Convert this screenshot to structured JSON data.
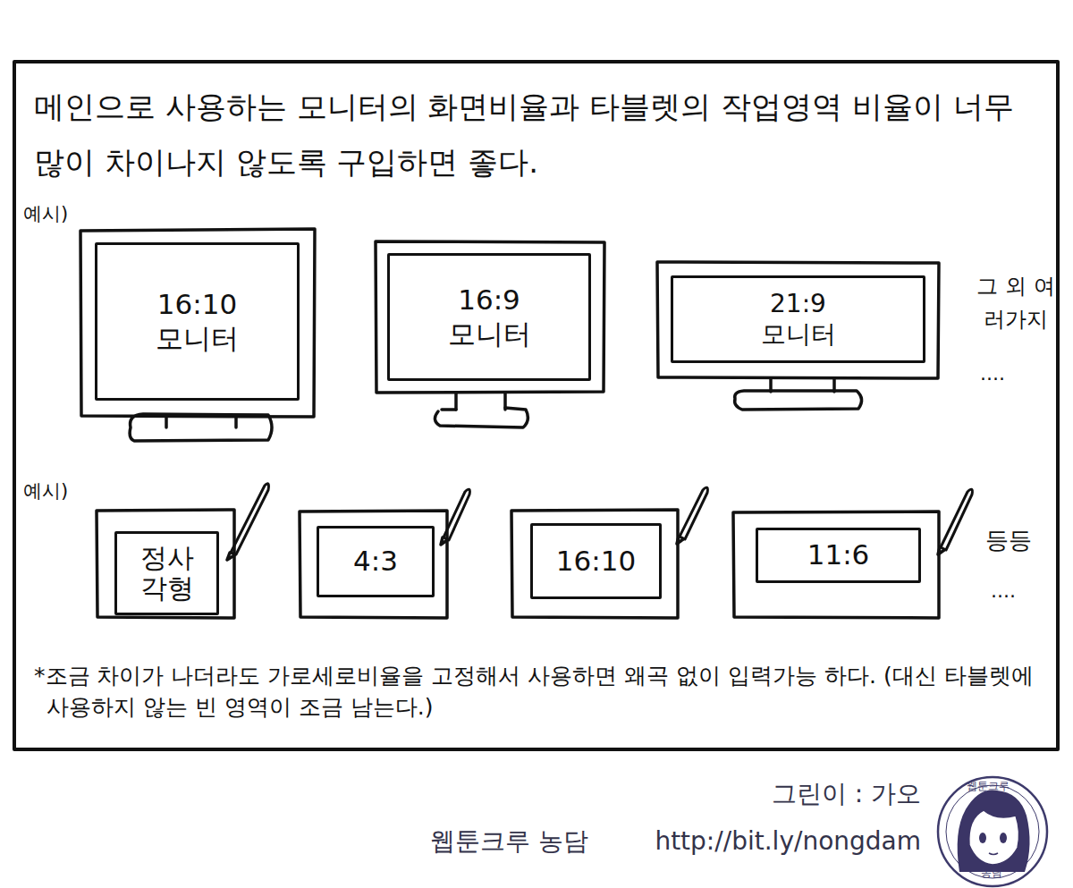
{
  "diagram": {
    "title": "메인으로 사용하는 모니터의 화면비율과 타블렛의 작업영역 비율이 너무 많이 차이나지 않도록 구입하면 좋다.",
    "nodes": [
      {
        "text": [
          "16:10",
          "모니터"
        ]
      },
      {
        "text": [
          "16:9",
          "모니터"
        ]
      },
      {
        "text": [
          "21:9",
          "모니터"
        ]
      },
      {
        "text": [
          "정사각형"
        ]
      },
      {
        "text": [
          "4:3"
        ]
      },
      {
        "text": [
          "16:10"
        ]
      },
      {
        "text": [
          "11:6"
        ]
      }
    ],
    "labels": [
      "예시)",
      "그 외 여러가지",
      "....",
      "예시)",
      "등등",
      "....",
      "*조금 차이가 나더라도 가로세로비율을 고정해서 사용하면 왜곡 없이 입력가능 하다. (대신 타블렛에 사용하지 않는 빈 영역이 조금 남는다.)",
      "그린이 : 가오",
      "웹툰크루 농담",
      "http://bit.ly/nongdam",
      "웹툰크루",
      "농담"
    ]
  }
}
